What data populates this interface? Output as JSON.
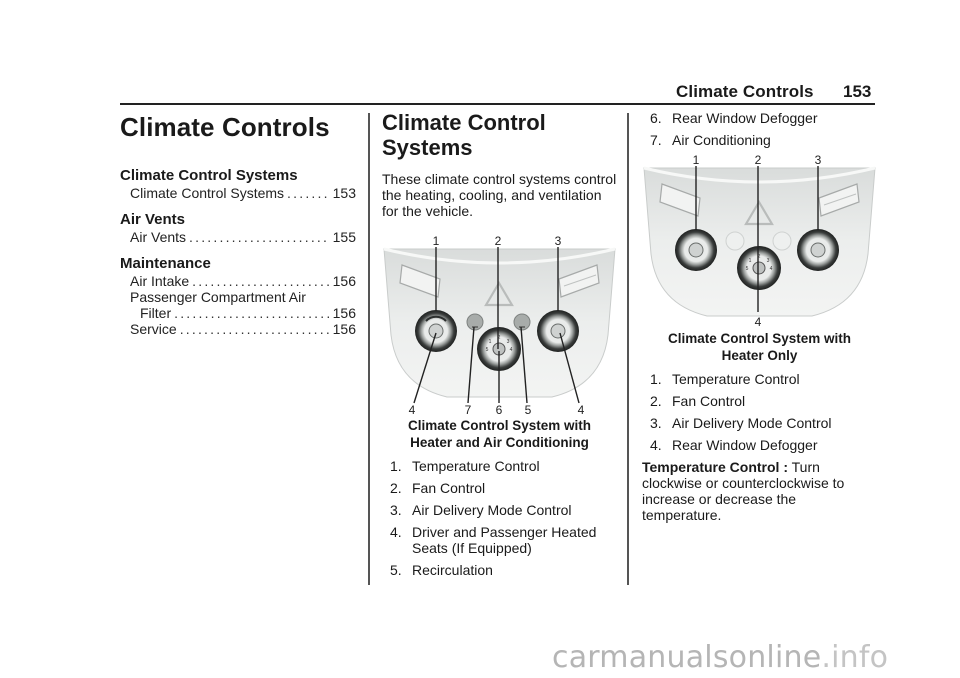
{
  "header": {
    "section_title": "Climate Controls",
    "page_number": "153"
  },
  "toc": {
    "chapter_title": "Climate Controls",
    "sections": [
      {
        "title": "Climate Control Systems",
        "items": [
          {
            "label": "Climate Control Systems",
            "page": "153"
          }
        ]
      },
      {
        "title": "Air Vents",
        "items": [
          {
            "label": "Air Vents",
            "page": "155"
          }
        ]
      },
      {
        "title": "Maintenance",
        "items": [
          {
            "label": "Air Intake",
            "page": "156"
          },
          {
            "label_line1": "Passenger Compartment Air",
            "label": "Filter",
            "page": "156"
          },
          {
            "label": "Service",
            "page": "156"
          }
        ]
      }
    ]
  },
  "section": {
    "title_line1": "Climate Control",
    "title_line2": "Systems",
    "intro": "These climate control systems control the heating, cooling, and ventilation for the vehicle."
  },
  "figure_ac": {
    "callouts": {
      "top": [
        "1",
        "2",
        "3"
      ],
      "bottom": [
        "4",
        "7",
        "6",
        "5",
        "4"
      ]
    },
    "fan_speeds": [
      "1",
      "2",
      "3",
      "4",
      "5"
    ],
    "caption_line1": "Climate Control System with",
    "caption_line2": "Heater and Air Conditioning",
    "items": [
      {
        "num": "1.",
        "text": "Temperature Control"
      },
      {
        "num": "2.",
        "text": "Fan Control"
      },
      {
        "num": "3.",
        "text": "Air Delivery Mode Control"
      },
      {
        "num": "4.",
        "text": "Driver and Passenger Heated Seats (If Equipped)"
      },
      {
        "num": "5.",
        "text": "Recirculation"
      },
      {
        "num": "6.",
        "text": "Rear Window Defogger"
      },
      {
        "num": "7.",
        "text": "Air Conditioning"
      }
    ]
  },
  "figure_heater": {
    "callouts": {
      "top": [
        "1",
        "2",
        "3"
      ],
      "bottom": [
        "4"
      ]
    },
    "fan_speeds": [
      "1",
      "2",
      "3",
      "4",
      "5"
    ],
    "caption_line1": "Climate Control System with",
    "caption_line2": "Heater Only",
    "items": [
      {
        "num": "1.",
        "text": "Temperature Control"
      },
      {
        "num": "2.",
        "text": "Fan Control"
      },
      {
        "num": "3.",
        "text": "Air Delivery Mode Control"
      },
      {
        "num": "4.",
        "text": "Rear Window Defogger"
      }
    ]
  },
  "temperature_control": {
    "term": "Temperature Control :",
    "text": " Turn clockwise or counterclockwise to increase or decrease the temperature."
  },
  "watermark": {
    "prefix": "carmanualsonline",
    "suffix": ".info"
  },
  "colors": {
    "text": "#1a1a1a",
    "panel_light": "#eceeed",
    "panel_mid": "#d4d8d6",
    "knob_dark": "#3a3d3c",
    "watermark": "#b5b5b5"
  }
}
